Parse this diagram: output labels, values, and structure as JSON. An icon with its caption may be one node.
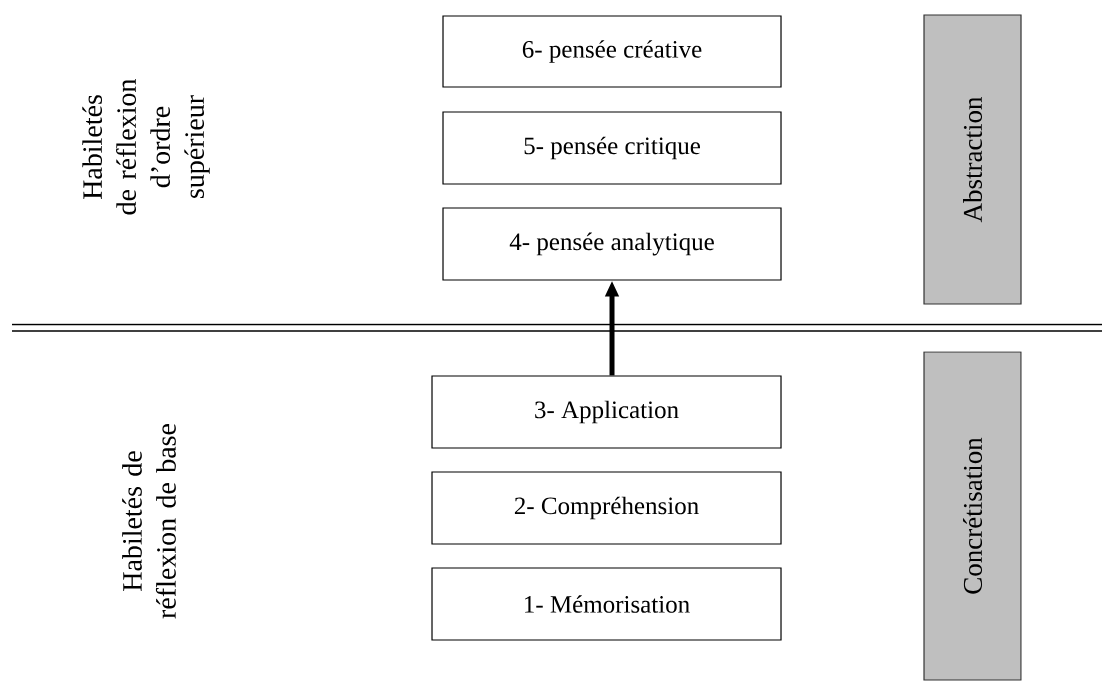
{
  "diagram": {
    "nodes": [
      {
        "text": [
          "6- pensée créative"
        ]
      },
      {
        "text": [
          "5- pensée critique"
        ]
      },
      {
        "text": [
          "4- pensée analytique"
        ]
      },
      {
        "text": [
          "3- Application"
        ]
      },
      {
        "text": [
          "2- Compréhension"
        ]
      },
      {
        "text": [
          "1- Mémorisation"
        ]
      },
      {
        "text": [
          "Abstraction"
        ]
      },
      {
        "text": [
          "Concrétisation"
        ]
      }
    ],
    "edges": [
      {
        "from": 3,
        "to": 2,
        "arrow": "to"
      }
    ],
    "labels": [
      "Habiletés de réflexion d’ordre supérieur",
      "Habiletés de réflexion de base"
    ]
  }
}
